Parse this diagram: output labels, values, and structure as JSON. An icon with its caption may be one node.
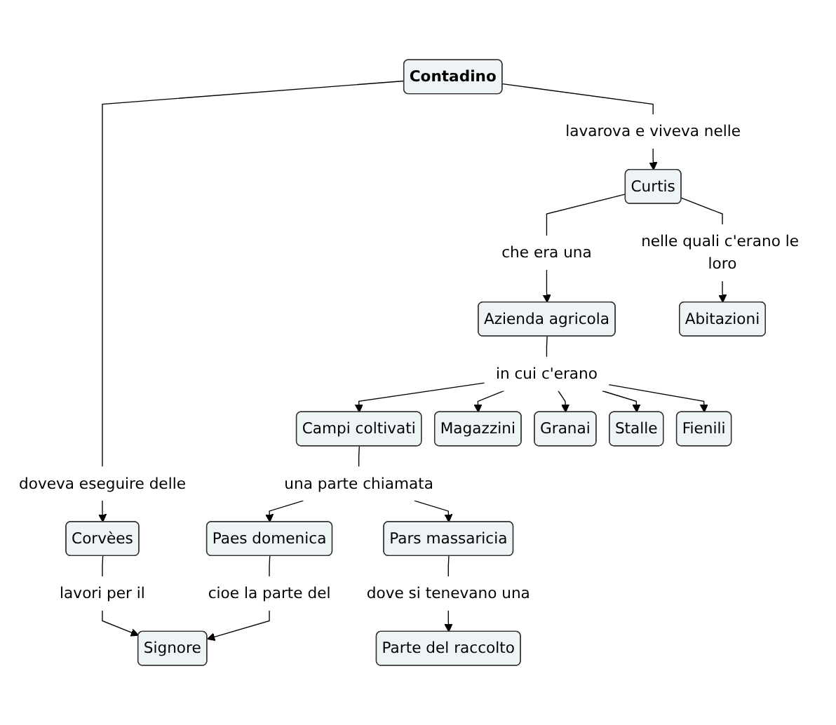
{
  "diagram": {
    "nodes": [
      {
        "text": [
          "Contadino"
        ]
      },
      {
        "text": [
          "doveva eseguire delle"
        ]
      },
      {
        "text": [
          "lavarova e viveva nelle"
        ]
      },
      {
        "text": [
          "Curtis"
        ]
      },
      {
        "text": [
          "Corvèes"
        ]
      },
      {
        "text": [
          "che era una"
        ]
      },
      {
        "text": [
          "nelle quali c'erano le loro"
        ]
      },
      {
        "text": [
          "Azienda agricola"
        ]
      },
      {
        "text": [
          "Abitazioni"
        ]
      },
      {
        "text": [
          "in cui c'erano"
        ]
      },
      {
        "text": [
          "Campi coltivati"
        ]
      },
      {
        "text": [
          "Magazzini"
        ]
      },
      {
        "text": [
          "Granai"
        ]
      },
      {
        "text": [
          "Stalle"
        ]
      },
      {
        "text": [
          "Fienili"
        ]
      },
      {
        "text": [
          "una parte chiamata"
        ]
      },
      {
        "text": [
          "Paes domenica"
        ]
      },
      {
        "text": [
          "Pars massaricia"
        ]
      },
      {
        "text": [
          "cioe la parte del"
        ]
      },
      {
        "text": [
          "dove si tenevano una"
        ]
      },
      {
        "text": [
          "lavori per il"
        ]
      },
      {
        "text": [
          "Signore"
        ]
      },
      {
        "text": [
          "Parte del raccolto"
        ]
      }
    ],
    "edges": [
      {
        "from": 0,
        "to": 1,
        "arrow": "none"
      },
      {
        "from": 1,
        "to": 4,
        "arrow": "to"
      },
      {
        "from": 0,
        "to": 2,
        "arrow": "none"
      },
      {
        "from": 2,
        "to": 3,
        "arrow": "to"
      },
      {
        "from": 3,
        "to": 5,
        "arrow": "none"
      },
      {
        "from": 5,
        "to": 7,
        "arrow": "to"
      },
      {
        "from": 3,
        "to": 6,
        "arrow": "none"
      },
      {
        "from": 6,
        "to": 8,
        "arrow": "to"
      },
      {
        "from": 7,
        "to": 9,
        "arrow": "none"
      },
      {
        "from": 9,
        "to": 10,
        "arrow": "to"
      },
      {
        "from": 9,
        "to": 11,
        "arrow": "to"
      },
      {
        "from": 9,
        "to": 12,
        "arrow": "to"
      },
      {
        "from": 9,
        "to": 13,
        "arrow": "to"
      },
      {
        "from": 9,
        "to": 14,
        "arrow": "to"
      },
      {
        "from": 10,
        "to": 15,
        "arrow": "none"
      },
      {
        "from": 15,
        "to": 16,
        "arrow": "to"
      },
      {
        "from": 15,
        "to": 17,
        "arrow": "to"
      },
      {
        "from": 16,
        "to": 18,
        "arrow": "none"
      },
      {
        "from": 18,
        "to": 21,
        "arrow": "to"
      },
      {
        "from": 17,
        "to": 19,
        "arrow": "none"
      },
      {
        "from": 19,
        "to": 22,
        "arrow": "to"
      },
      {
        "from": 4,
        "to": 20,
        "arrow": "none"
      },
      {
        "from": 20,
        "to": 21,
        "arrow": "to"
      }
    ]
  }
}
